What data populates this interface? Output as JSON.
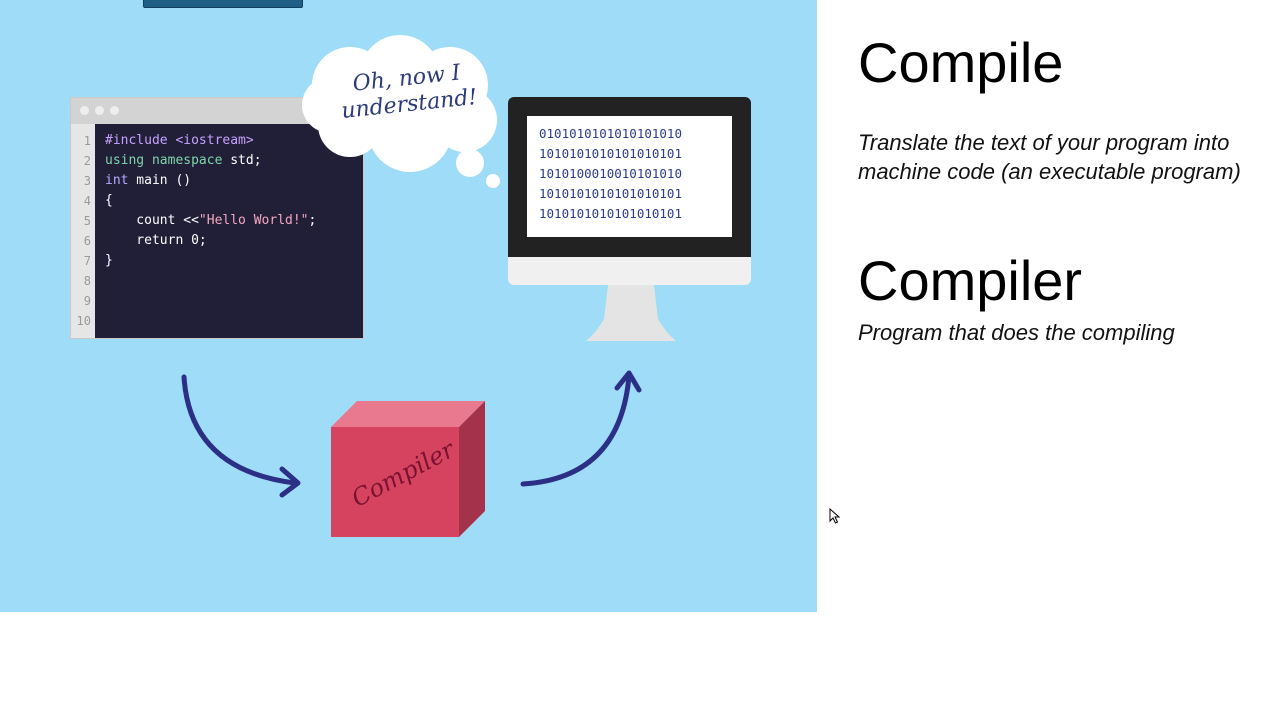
{
  "slide": {
    "headings": {
      "compile": "Compile",
      "compiler": "Compiler"
    },
    "descriptions": {
      "compile": "Translate the text of your program into machine code (an executable program)",
      "compiler": "Program that does the compiling"
    }
  },
  "illustration": {
    "thought_text": "Oh, now I understand!",
    "compiler_box_label": "Compiler",
    "line_numbers": [
      "1",
      "2",
      "3",
      "4",
      "5",
      "6",
      "7",
      "8",
      "9",
      "10"
    ],
    "code": {
      "line1": "#include <iostream>",
      "line2_kw": "using namespace",
      "line2_rest": " std;",
      "line3_kw": "int",
      "line3_rest": " main ()",
      "line4": "{",
      "line5_a": "    count <<",
      "line5_str": "\"Hello World!\"",
      "line5_b": ";",
      "line6": "    return 0;",
      "line7": "}"
    },
    "binary": [
      "0101010101010101010",
      "1010101010101010101",
      "1010100010010101010",
      "1010101010101010101",
      "1010101010101010101"
    ]
  },
  "colors": {
    "background": "#9edcf7",
    "editor": "#211f38",
    "arrow": "#2b2f86",
    "box_front": "#d6435f",
    "box_top": "#e8798f",
    "box_side": "#a3324a"
  }
}
